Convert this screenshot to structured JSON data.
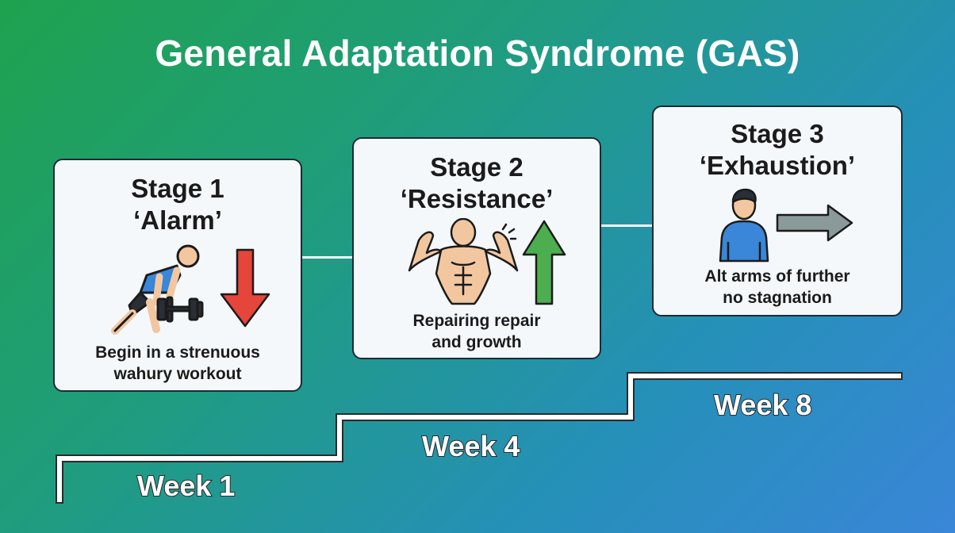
{
  "title": "General Adaptation Syndrome (GAS)",
  "stages": [
    {
      "heading_line1": "Stage 1",
      "heading_line2": "‘Alarm’",
      "desc_line1": "Begin in a strenuous",
      "desc_line2": "wahury workout",
      "icon": "person-lifting-dumbbell-icon",
      "arrow": "red-down-arrow"
    },
    {
      "heading_line1": "Stage 2",
      "heading_line2": "‘Resistance’",
      "desc_line1": "Repairing repair",
      "desc_line2": "and growth",
      "icon": "flexing-muscles-icon",
      "arrow": "green-up-arrow"
    },
    {
      "heading_line1": "Stage 3",
      "heading_line2": "‘Exhaustion’",
      "desc_line1": "Alt arms of further",
      "desc_line2": "no stagnation",
      "icon": "person-standing-icon",
      "arrow": "gray-right-arrow"
    }
  ],
  "weeks": [
    "Week 1",
    "Week 4",
    "Week 8"
  ],
  "colors": {
    "card_bg": "#f4f8fb",
    "down_arrow": "#e5453b",
    "up_arrow": "#4cae4f",
    "right_arrow": "#8a9a9a",
    "shirt": "#3a86d8",
    "skin": "#f2c7a0"
  }
}
